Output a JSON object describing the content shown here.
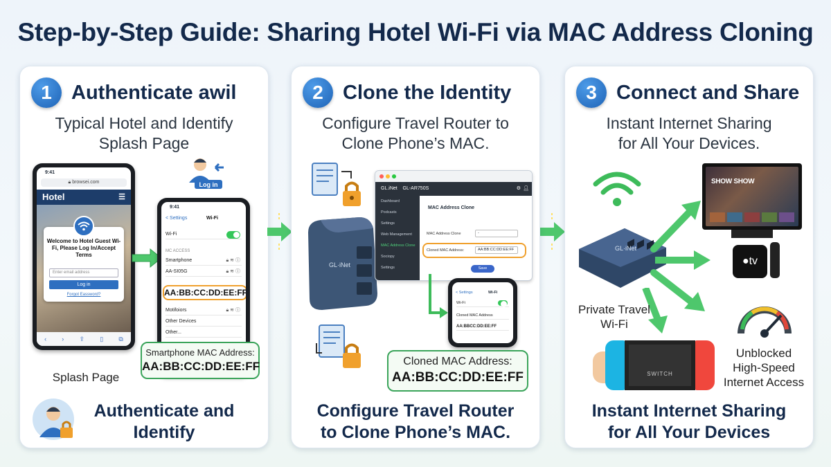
{
  "title": "Step-by-Step Guide: Sharing Hotel Wi-Fi via MAC Address Cloning",
  "colors": {
    "accent": "#1e63b6",
    "arrow": "#3dbb5a",
    "highlight": "#f0a02c",
    "heading": "#13294b"
  },
  "steps": [
    {
      "number": "1",
      "title": "Authenticate awil",
      "subtitle": [
        "Typical Hotel and Identify",
        "Splash Page"
      ],
      "footer": [
        "Authenticate and",
        "Identify"
      ],
      "hotel_phone": {
        "time": "9:41",
        "url": "browsei.com",
        "brand": "Hotel",
        "welcome": "Welcome to Hotel Guest Wi-Fi, Please Log In/Accept Terms",
        "email_placeholder": "Enter email address",
        "login_button": "Log in",
        "forgot_link": "Forgot Eassword?"
      },
      "login_badge": "Log in",
      "settings_phone": {
        "time": "9:41",
        "back": "< Settings",
        "header": "Wi-Fi",
        "wifi_label": "Wi-Fi",
        "section": "MC ACCESS",
        "rows": [
          "Smartphone",
          "AA-SI05G",
          "Motifoiors",
          "Other Devices",
          "Other..."
        ],
        "mac_highlight": "AA:BB:CC:DD:EE:FF"
      },
      "splash_caption": "Splash Page",
      "callout_label": "Smartphone MAC Address:",
      "callout_value": "AA:BB:CC:DD:EE:FF"
    },
    {
      "number": "2",
      "title": "Clone the Identity",
      "subtitle": [
        "Configure Travel Router to",
        "Clone Phone’s MAC."
      ],
      "footer": [
        "Configure Travel Router",
        "to Clone Phone’s MAC."
      ],
      "router_brand": "GL·iNet",
      "dashboard": {
        "brand": "GL.iNet",
        "model": "GL-AR750S",
        "nav": [
          "Dashboard",
          "Podcasts",
          "Settings",
          "Web Management",
          "MAC Address Clone",
          "Sociopy",
          "Settings"
        ],
        "panel_title": "MAC Address Clone",
        "field_1_label": "MAC Address Clone",
        "field_1_value": "-",
        "field_2_label": "Cloned MAC Address:",
        "field_2_value": "AA:BB:CC:DD:EE:FF",
        "save": "Save"
      },
      "clone_phone": {
        "back": "< Settings",
        "header": "Wi-Fi",
        "wifi_label": "Wi-Fi",
        "cloned_label": "Cloned MAC Address",
        "cloned_value": "AA:BBCC:DD:EE:FF"
      },
      "callout_label": "Cloned MAC Address:",
      "callout_value": "AA:BB:CC:DD:EE:FF"
    },
    {
      "number": "3",
      "title": "Connect and Share",
      "subtitle": [
        "Instant Internet Sharing",
        "for All Your Devices."
      ],
      "footer": [
        "Instant Internet Sharing",
        "for All Your Devices"
      ],
      "router_brand": "GL·iNet",
      "private_wifi": [
        "Private Travel",
        "Wi-Fi"
      ],
      "tv_label": "SHOW SHOW",
      "appletv_label": "tv",
      "switch_label": "SWITCH",
      "speed_label": [
        "Unblocked",
        "High-Speed",
        "Internet Access"
      ]
    }
  ]
}
